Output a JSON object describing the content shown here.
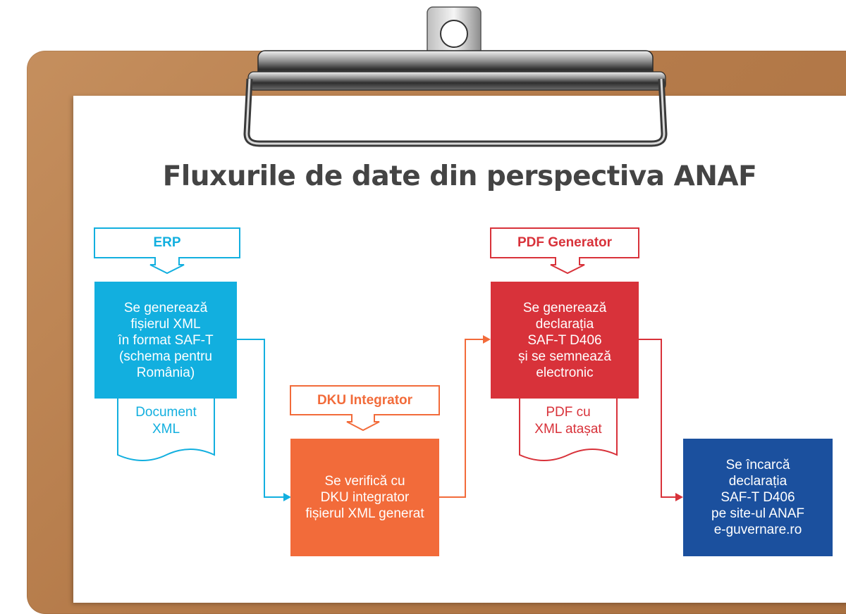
{
  "title": "Fluxurile de date din perspectiva ANAF",
  "colors": {
    "blue": "#12afdf",
    "orange": "#f26b3a",
    "red": "#d8323a",
    "navy": "#1b509e",
    "title": "#444444",
    "board": "#b57b4a"
  },
  "steps": {
    "erp": {
      "label": "ERP",
      "text": "Se generează\nfișierul XML\nîn format SAF-T\n(schema pentru\nRomânia)",
      "document": "Document\nXML"
    },
    "dku": {
      "label": "DKU Integrator",
      "text": "Se verifică cu\nDKU integrator\nfișierul XML generat"
    },
    "pdf": {
      "label": "PDF Generator",
      "text": "Se generează\ndeclarația\nSAF-T D406\nși se semnează\nelectronic",
      "document": "PDF cu\nXML atașat"
    },
    "upload": {
      "text": "Se încarcă\ndeclarația\nSAF-T D406\npe site-ul ANAF\ne-guvernare.ro"
    }
  }
}
